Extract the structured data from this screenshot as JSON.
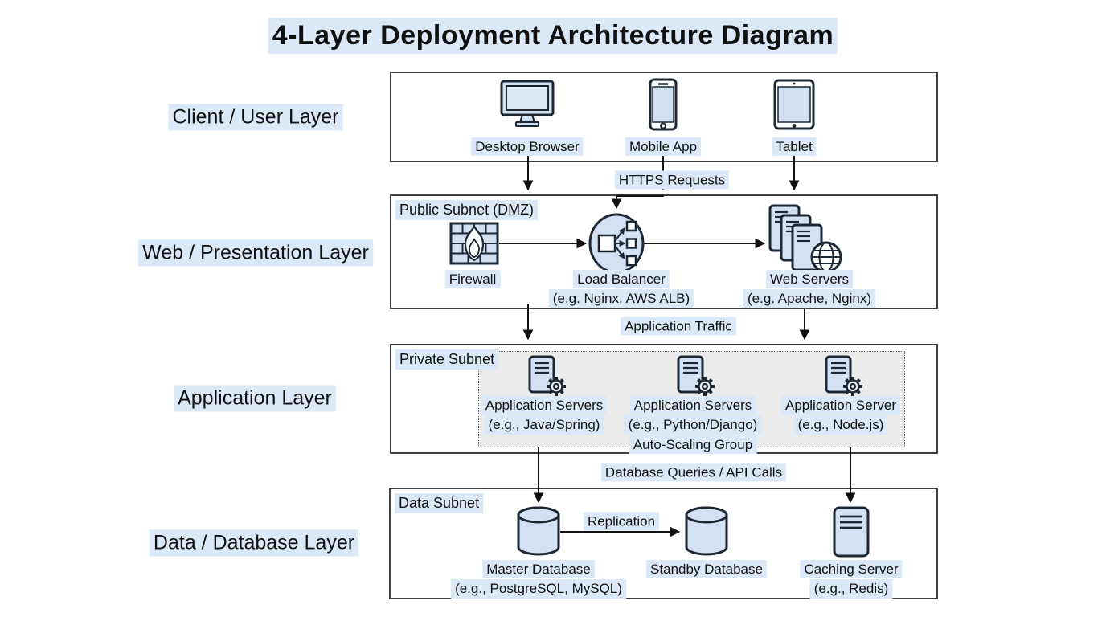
{
  "title": "4-Layer Deployment Architecture Diagram",
  "layer_labels": {
    "client": "Client / User Layer",
    "web": "Web / Presentation Layer",
    "app": "Application Layer",
    "data": "Data / Database Layer"
  },
  "client_box": {
    "nodes": [
      {
        "label": "Desktop Browser",
        "icon": "desktop-icon"
      },
      {
        "label": "Mobile App",
        "icon": "mobile-phone-icon"
      },
      {
        "label": "Tablet",
        "icon": "tablet-icon"
      }
    ]
  },
  "web_box": {
    "subnet_label": "Public Subnet (DMZ)",
    "firewall": {
      "label": "Firewall",
      "icon": "firewall-icon"
    },
    "load_balancer": {
      "label": "Load Balancer",
      "sublabel": "(e.g. Nginx, AWS ALB)",
      "icon": "load-balancer-icon"
    },
    "web_servers": {
      "label": "Web Servers",
      "sublabel": "(e.g. Apache, Nginx)",
      "icon": "web-servers-icon"
    }
  },
  "app_box": {
    "subnet_label": "Private Subnet",
    "servers": [
      {
        "label": "Application Servers",
        "sublabel": "(e.g., Java/Spring)",
        "icon": "app-server-icon"
      },
      {
        "label": "Application Servers",
        "sublabel": "(e.g., Python/Django)",
        "sublabel2": "Auto-Scaling Group",
        "icon": "app-server-icon"
      },
      {
        "label": "Application Server",
        "sublabel": "(e.g., Node.js)",
        "icon": "app-server-icon"
      }
    ]
  },
  "data_box": {
    "subnet_label": "Data Subnet",
    "master_db": {
      "label": "Master Database",
      "sublabel": "(e.g., PostgreSQL, MySQL)",
      "icon": "database-cylinder-icon"
    },
    "standby_db": {
      "label": "Standby Database",
      "icon": "database-cylinder-icon"
    },
    "caching_server": {
      "label": "Caching Server",
      "sublabel": "(e.g., Redis)",
      "icon": "server-icon"
    },
    "replication_label": "Replication"
  },
  "edge_labels": {
    "https": "HTTPS Requests",
    "app_traffic": "Application Traffic",
    "db_queries": "Database Queries / API Calls"
  },
  "colors": {
    "highlight": "#dbe8f7",
    "icon_fill": "#d2e2f4",
    "icon_stroke": "#1d2733",
    "box_border": "#404040",
    "arrow": "#111111",
    "dashed_fill": "#ebebeb"
  }
}
